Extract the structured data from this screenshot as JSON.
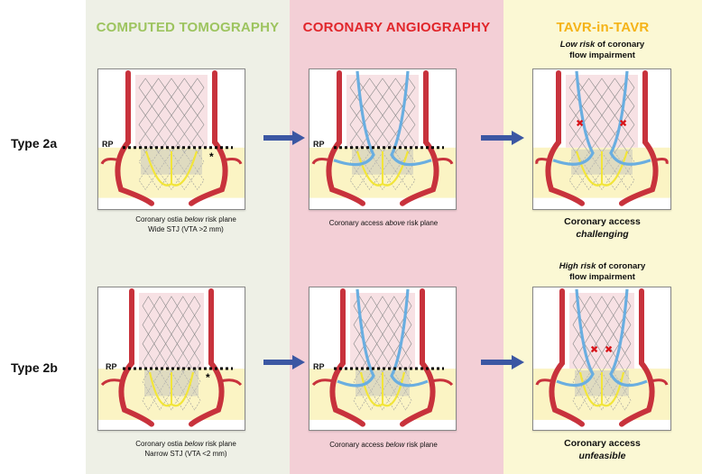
{
  "columns": {
    "ct": "COMPUTED TOMOGRAPHY",
    "ca": "CORONARY ANGIOGRAPHY",
    "tavr": "TAVR-in-TAVR"
  },
  "rows": {
    "type2a": "Type 2a",
    "type2b": "Type 2b"
  },
  "rp": "RP",
  "star": "*",
  "x_mark": "✖",
  "captions": {
    "ct_2a_line1_pre": "Coronary ostia ",
    "ct_2a_line1_em": "below",
    "ct_2a_line1_post": " risk plane",
    "ct_2a_line2": "Wide STJ (VTA >2 mm)",
    "ca_2a_pre": "Coronary access ",
    "ca_2a_em": "above",
    "ca_2a_post": " risk plane",
    "ct_2b_line1_pre": "Coronary ostia ",
    "ct_2b_line1_em": "below",
    "ct_2b_line1_post": " risk plane",
    "ct_2b_line2": "Narrow STJ (VTA <2 mm)",
    "ca_2b_pre": "Coronary access ",
    "ca_2b_em": "below",
    "ca_2b_post": " risk plane"
  },
  "tavr": {
    "risk_2a_em": "Low risk",
    "risk_2a_rest1": " of coronary",
    "risk_2a_line2": "flow impairment",
    "access_2a_line1": "Coronary access",
    "access_2a_line2": "challenging",
    "risk_2b_em": "High risk",
    "risk_2b_rest1": " of coronary",
    "risk_2b_line2": "flow impairment",
    "access_2b_line1": "Coronary access",
    "access_2b_line2": "unfeasible"
  },
  "colors": {
    "ct_header": "#9dc45f",
    "ca_header": "#e1262b",
    "tavr_header": "#f5b316",
    "arrow": "#3b57a3",
    "aorta": "#c8323c",
    "catheter": "#6aaee0",
    "leaflet": "#f2e53a"
  }
}
